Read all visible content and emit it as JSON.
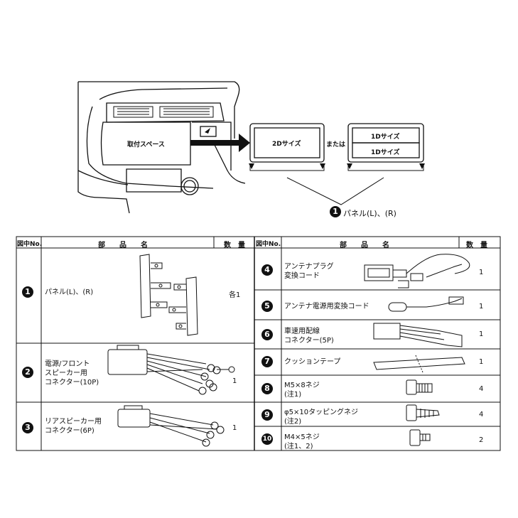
{
  "diagram": {
    "install_space_label": "取付スペース",
    "size_2d_label": "2Dサイズ",
    "or_label": "または",
    "size_1d_top": "1Dサイズ",
    "size_1d_bottom": "1Dサイズ",
    "panel_number": "1",
    "panel_label": "パネル(L)、(R)"
  },
  "table": {
    "headers": {
      "fig_no": "図中No.",
      "part_name": "部　　品　　名",
      "quantity": "数　量"
    },
    "left_items": [
      {
        "no": "1",
        "name": "パネル(L)、(R)",
        "qty": "各1"
      },
      {
        "no": "2",
        "name": "電源/フロント\nスピーカー用\nコネクター(10P)",
        "qty": "1"
      },
      {
        "no": "3",
        "name": "リアスピーカー用\nコネクター(6P)",
        "qty": "1"
      }
    ],
    "right_items": [
      {
        "no": "4",
        "name": "アンテナプラグ\n変換コード",
        "qty": "1"
      },
      {
        "no": "5",
        "name": "アンテナ電源用変換コード",
        "qty": "1"
      },
      {
        "no": "6",
        "name": "車速用配線\nコネクター(5P)",
        "qty": "1"
      },
      {
        "no": "7",
        "name": "クッションテープ",
        "qty": "1"
      },
      {
        "no": "8",
        "name": "M5×8ネジ\n(注1)",
        "qty": "4"
      },
      {
        "no": "9",
        "name": "φ5×10タッピングネジ\n(注2)",
        "qty": "4"
      },
      {
        "no": "10",
        "name": "M4×5ネジ\n(注1、2)",
        "qty": "2"
      }
    ]
  }
}
